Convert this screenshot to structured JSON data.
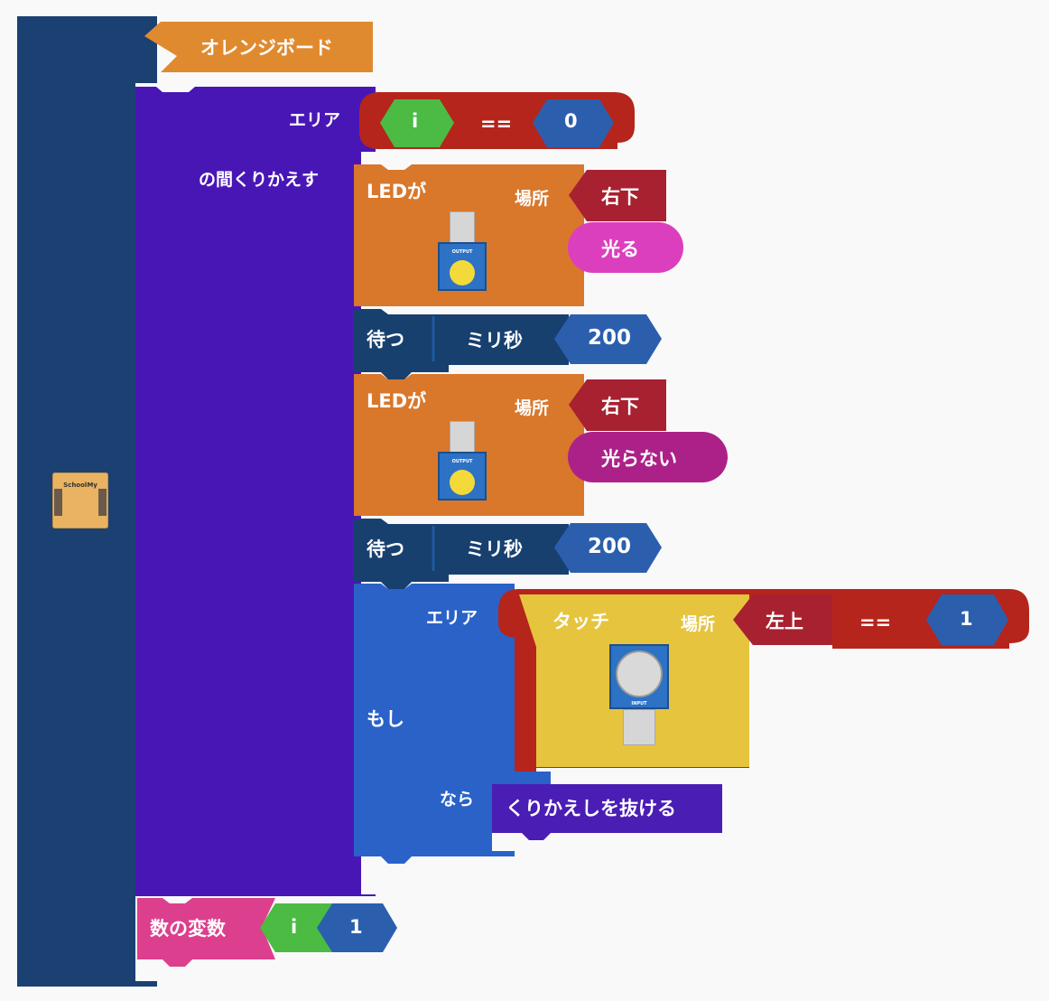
{
  "board": {
    "label": "オレンジボード",
    "icon_name": "schoolmy-board-icon",
    "icon_text": "SchoolMy"
  },
  "loop": {
    "area_label": "エリア",
    "repeat_label": "の間くりかえす",
    "condition": {
      "variable": "i",
      "operator": "==",
      "value": "0"
    }
  },
  "led_blocks": [
    {
      "title": "LEDが",
      "location_label": "場所",
      "location": "右下",
      "state": "光る",
      "icon_caption": "OUTPUT"
    },
    {
      "title": "LEDが",
      "location_label": "場所",
      "location": "右下",
      "state": "光らない",
      "icon_caption": "OUTPUT"
    }
  ],
  "wait_blocks": [
    {
      "label": "待つ",
      "unit": "ミリ秒",
      "value": "200"
    },
    {
      "label": "待つ",
      "unit": "ミリ秒",
      "value": "200"
    }
  ],
  "if_block": {
    "label": "もし",
    "area_label": "エリア",
    "then_label": "なら",
    "sensor": {
      "title": "タッチ",
      "location_label": "場所",
      "location": "左上",
      "icon_caption": "INPUT"
    },
    "operator": "==",
    "value": "1",
    "action": "くりかえしを抜ける"
  },
  "set_var": {
    "label": "数の変数",
    "variable": "i",
    "value": "1"
  },
  "colors": {
    "board": "#1a4172",
    "board_hat": "#e08a30",
    "loop": "#4916b6",
    "compare": "#b5251c",
    "variable": "#4bbb44",
    "number": "#2b5fae",
    "led": "#d9772b",
    "location": "#a82130",
    "on": "#dc3fbd",
    "off": "#ac2188",
    "wait": "#17406f",
    "if": "#2a62c8",
    "touch": "#e6c43e",
    "break": "#4a1db4",
    "set_var": "#dc3f8d"
  }
}
